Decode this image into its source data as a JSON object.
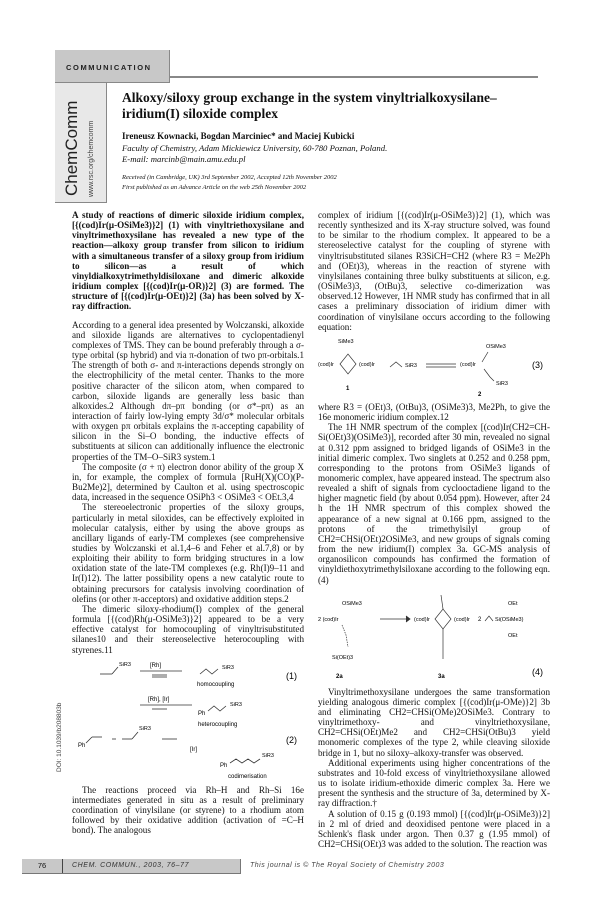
{
  "header": {
    "section": "COMMUNICATION",
    "logo": "ChemComm",
    "logo_url": "www.rsc.org/chemcomm"
  },
  "article": {
    "title": "Alkoxy/siloxy group exchange in the system vinyltrialkoxysilane–iridium(I) siloxide complex",
    "authors": "Ireneusz Kownacki, Bogdan Marciniec* and Maciej Kubicki",
    "affiliation": "Faculty of Chemistry, Adam Mickiewicz University, 60-780 Poznan, Poland.",
    "email": "E-mail: marcinb@main.amu.edu.pl",
    "received": "Received (in Cambridge, UK) 3rd September 2002, Accepted 12th November 2002",
    "published": "First published as an Advance Article on the web 25th November 2002",
    "abstract": "A study of reactions of dimeric siloxide iridium complex, [{(cod)Ir(μ-OSiMe3)}2] (1) with vinyltriethoxysilane and vinyltrimethoxysilane has revealed a new type of the reaction—alkoxy group transfer from silicon to iridium with a simultaneous transfer of a siloxy group from iridium to silicon—as a result of which vinyldialkoxytrimethyldisiloxane and dimeric alkoxide iridium complex [{(cod)Ir(μ-OR)}2] (3) are formed. The structure of [{(cod)Ir(μ-OEt)}2] (3a) has been solved by X-ray diffraction."
  },
  "left_column": [
    "According to a general idea presented by Wolczanski, alkoxide and siloxide ligands are alternatives to cyclopentadienyl complexes of TMS. They can be bound preferably through a σ-type orbital (sp hybrid) and via π-donation of two pπ-orbitals.1 The strength of both σ- and π-interactions depends strongly on the electrophilicity of the metal center. Thanks to the more positive character of the silicon atom, when compared to carbon, siloxide ligands are generally less basic than alkoxides.2 Although dπ–pπ bonding (or σ*–pπ) as an interaction of fairly low-lying empty 3d/σ* molecular orbitals with oxygen pπ orbitals explains the π-accepting capability of silicon in the Si–O bonding, the inductive effects of substituents at silicon can additionally influence the electronic properties of the TM–O–SiR3 system.1",
    "The composite (σ + π) electron donor ability of the group X in, for example, the complex of formula [RuH(X)(CO)(P-Bu2Me)2], determined by Caulton et al. using spectroscopic data, increased in the sequence OSiPh3 < OSiMe3 < OEt.3,4",
    "The stereoelectronic properties of the siloxy groups, particularly in metal siloxides, can be effectively exploited in molecular catalysis, either by using the above groups as ancillary ligands of early-TM complexes (see comprehensive studies by Wolczanski et al.1,4–6 and Feher et al.7,8) or by exploiting their ability to form bridging structures in a low oxidation state of the late-TM complexes (e.g. Rh(I)9–11 and Ir(I)12). The latter possibility opens a new catalytic route to obtaining precursors for catalysis involving coordination of olefins (or other π-acceptors) and oxidative addition steps.2",
    "The dimeric siloxy-rhodium(I) complex of the general formula [{(cod)Rh(μ-OSiMe3)}2] appeared to be a very effective catalyst for homocoupling of vinyltrisubstituted silanes10 and their stereoselective heterocoupling with styrenes.11"
  ],
  "left_column_end": "The reactions proceed via Rh–H and Rh–Si 16e intermediates generated in situ as a result of preliminary coordination of vinylsilane (or styrene) to a rhodium atom followed by their oxidative addition (activation of =C–H bond). The analogous",
  "right_column_start": "complex of iridium [{(cod)Ir(μ-OSiMe3)}2] (1), which was recently synthesized and its X-ray structure solved, was found to be similar to the rhodium complex. It appeared to be a stereoselective catalyst for the coupling of styrene with vinyltrisubstituted silanes R3SiCH=CH2 (where R3 = Me2Ph and (OEt)3), whereas in the reaction of styrene with vinylsilanes containing three bulky substituents at silicon, e.g. (OSiMe3)3, (OtBu)3, selective co-dimerization was observed.12 However, 1H NMR study has confirmed that in all cases a preliminary dissociation of iridium dimer with coordination of vinylsilane occurs according to the following equation:",
  "right_column_mid": [
    "where R3 = (OEt)3, (OtBu)3, (OSiMe3)3, Me2Ph, to give the 16e monomeric iridium complex.12",
    "The 1H NMR spectrum of the complex [(cod)Ir(CH2=CH-Si(OEt)3)(OSiMe3)], recorded after 30 min, revealed no signal at 0.312 ppm assigned to bridged ligands of OSiMe3 in the initial dimeric complex. Two singlets at 0.252 and 0.258 ppm, corresponding to the protons from OSiMe3 ligands of monomeric complex, have appeared instead. The spectrum also revealed a shift of signals from cyclooctadiene ligand to the higher magnetic field (by about 0.054 ppm). However, after 24 h the 1H NMR spectrum of this complex showed the appearance of a new signal at 0.166 ppm, assigned to the protons of the trimethylsilyl group of CH2=CHSi(OEt)2OSiMe3, and new groups of signals coming from the new iridium(I) complex 3a. GC-MS analysis of organosilicon compounds has confirmed the formation of vinyldiethoxytrimethylsiloxane according to the following eqn. (4)"
  ],
  "right_column_end": [
    "Vinyltrimethoxysilane undergoes the same transformation yielding analogous dimeric complex [{(cod)Ir(μ-OMe)}2] 3b and eliminating CH2=CHSi(OMe)2OSiMe3. Contrary to vinyltrimethoxy- and vinyltriethoxysilane, CH2=CHSi(OEt)Me2 and CH2=CHSi(OtBu)3 yield monomeric complexes of the type 2, while cleaving siloxide bridge in 1, but no siloxy–alkoxy-transfer was observed.",
    "Additional experiments using higher concentrations of the substrates and 10-fold excess of vinyltriethoxysilane allowed us to isolate iridium-ethoxide dimeric complex 3a. Here we present the synthesis and the structure of 3a, determined by X-ray diffraction.†",
    "A solution of 0.15 g (0.193 mmol) [{(cod)Ir(μ-OSiMe3)}2] in 2 ml of dried and deoxidised pentone were placed in a Schlenk's flask under argon. Then 0.37 g (1.95 mmol) of CH2=CHSi(OEt)3 was added to the solution. The reaction was"
  ],
  "equations": {
    "eq1": {
      "number": "(1)",
      "catalyst": "[Rh]",
      "label": "homocoupling",
      "group": "SiR3"
    },
    "eq2": {
      "number": "(2)",
      "catalyst": "[Rh], [Ir]",
      "label": "heterocoupling",
      "group": "SiR3",
      "reactant": "Ph"
    },
    "eq_ir": {
      "catalyst": "[Ir]",
      "label": "codimerisation"
    },
    "eq3": {
      "number": "(3)",
      "left": "(cod)Ir",
      "right_group": "OSiMe3",
      "bridge": "SiMe3",
      "reagent": "SiR3",
      "compound1": "1",
      "compound2": "2"
    },
    "eq4": {
      "number": "(4)",
      "reactant": "2 (cod)Ir",
      "group1": "OSiMe3",
      "group2": "Si(OEt)3",
      "product_label": "(cod)Ir",
      "coef": "2",
      "product2": "Si(OSiMe3)",
      "ethoxy": "OEt",
      "compound_left": "2a",
      "compound_mid": "3a"
    }
  },
  "footer": {
    "page": "76",
    "journal": "CHEM. COMMUN., 2003, 76–77",
    "copyright": "This journal is © The Royal Society of Chemistry 2003",
    "doi": "DOI: 10.1039/b208803b"
  }
}
